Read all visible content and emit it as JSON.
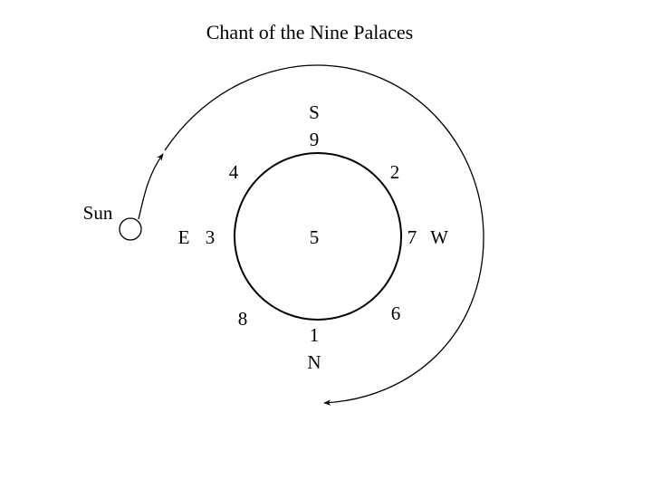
{
  "title": "Chant of the Nine Palaces",
  "sun_label": "Sun",
  "directions": {
    "south": "S",
    "north": "N",
    "east": "E",
    "west": "W"
  },
  "palaces": {
    "south": "9",
    "southwest": "2",
    "west": "7",
    "northwest": "6",
    "north": "1",
    "northeast": "8",
    "east": "3",
    "southeast": "4",
    "center": "5"
  }
}
